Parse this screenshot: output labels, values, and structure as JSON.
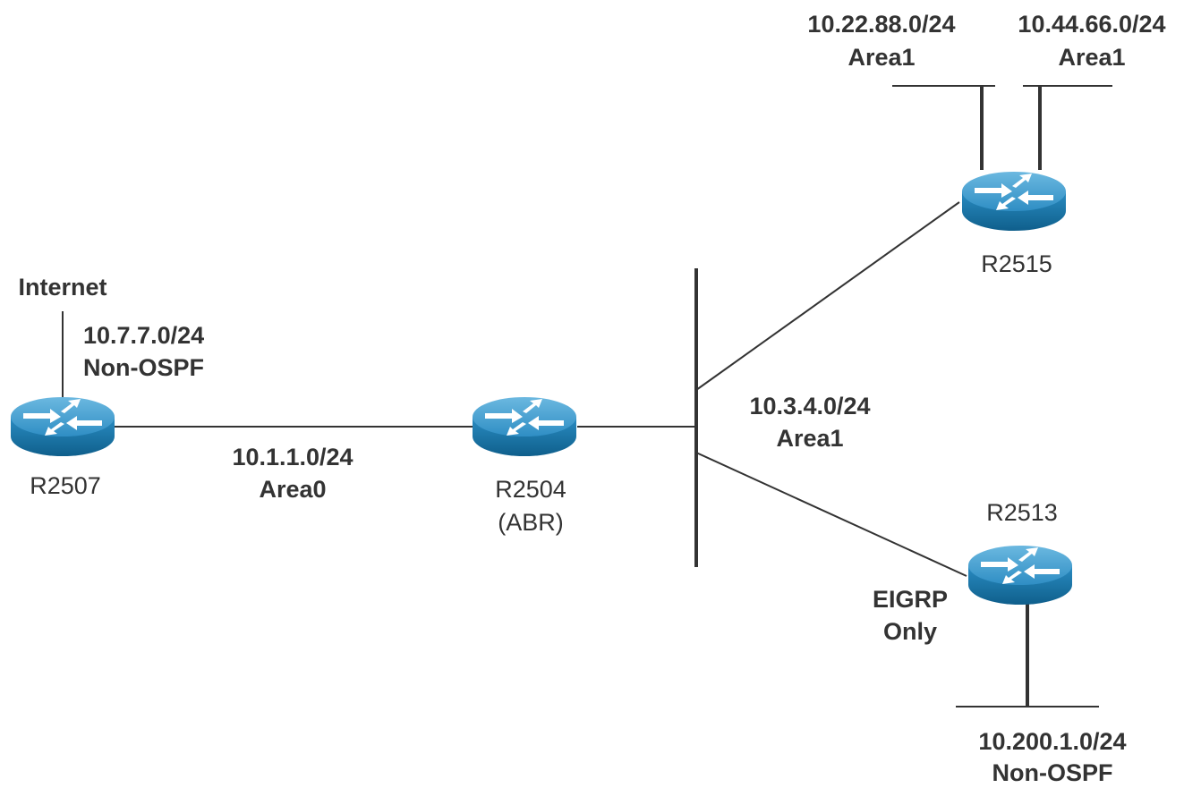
{
  "routers": {
    "r2507": {
      "name": "R2507"
    },
    "r2504": {
      "name": "R2504",
      "role": "(ABR)"
    },
    "r2515": {
      "name": "R2515"
    },
    "r2513": {
      "name": "R2513"
    }
  },
  "networks": {
    "internet": {
      "label": "Internet"
    },
    "n10_7_7": {
      "subnet": "10.7.7.0/24",
      "area": "Non-OSPF"
    },
    "n10_1_1": {
      "subnet": "10.1.1.0/24",
      "area": "Area0"
    },
    "n10_3_4": {
      "subnet": "10.3.4.0/24",
      "area": "Area1"
    },
    "n10_22_88": {
      "subnet": "10.22.88.0/24",
      "area": "Area1"
    },
    "n10_44_66": {
      "subnet": "10.44.66.0/24",
      "area": "Area1"
    },
    "n10_200_1": {
      "subnet": "10.200.1.0/24",
      "area": "Non-OSPF"
    }
  },
  "notes": {
    "eigrp_line1": "EIGRP",
    "eigrp_line2": "Only"
  },
  "colors": {
    "router_body": "#1b7fb5",
    "router_top": "#4aa3d3",
    "router_arrows": "#ffffff",
    "line": "#333333",
    "text": "#333333"
  },
  "icons": {
    "router": "router-icon"
  }
}
